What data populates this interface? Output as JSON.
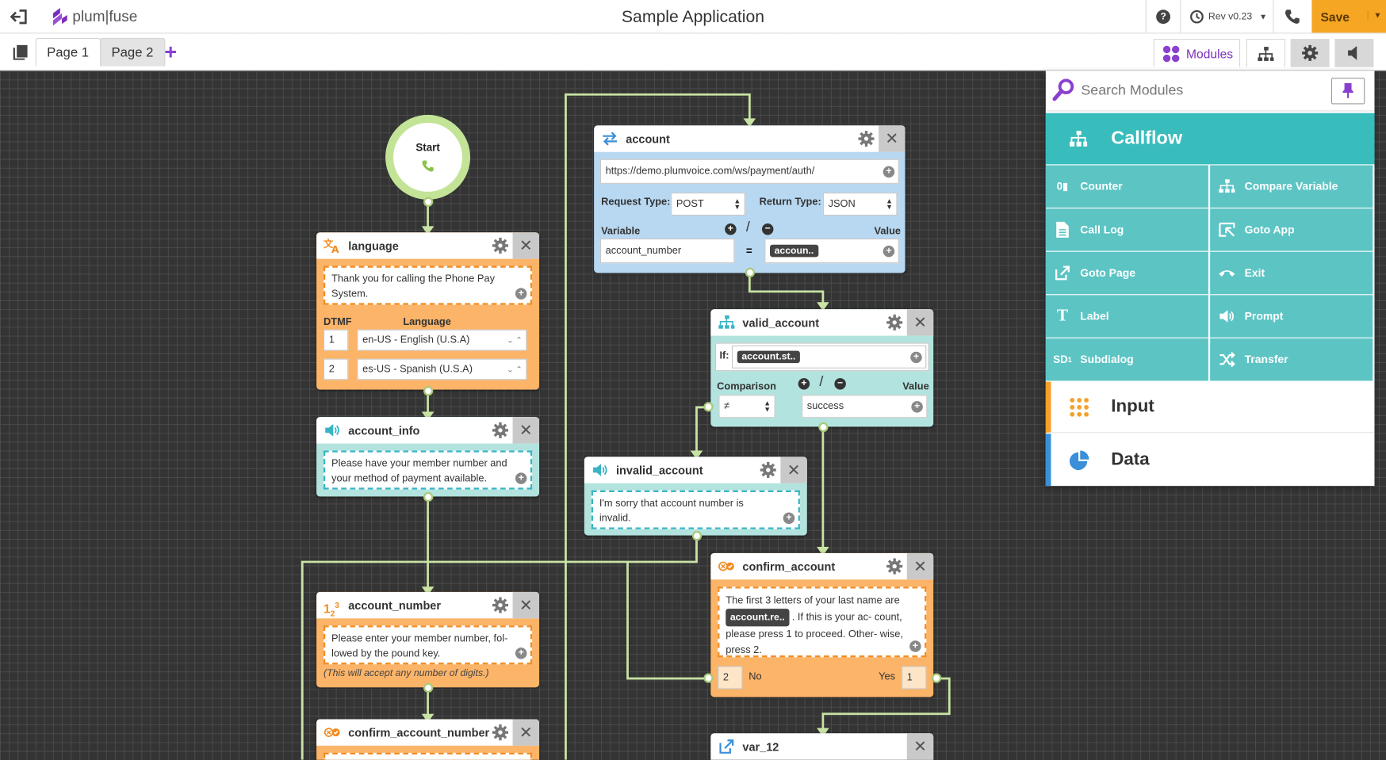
{
  "header": {
    "title": "Sample Application",
    "logo_text": "plum|fuse",
    "rev_label": "Rev v0.23",
    "save_label": "Save"
  },
  "tabs": {
    "pages": [
      "Page 1",
      "Page 2"
    ],
    "modules_label": "Modules"
  },
  "panel": {
    "search_placeholder": "Search Modules",
    "callflow_title": "Callflow",
    "modules": [
      [
        "Counter",
        "Compare Variable"
      ],
      [
        "Call Log",
        "Goto App"
      ],
      [
        "Goto Page",
        "Exit"
      ],
      [
        "Label",
        "Prompt"
      ],
      [
        "Subdialog",
        "Transfer"
      ]
    ],
    "sections": [
      "Input",
      "Data"
    ]
  },
  "nodes": {
    "start": {
      "label": "Start"
    },
    "language": {
      "title": "language",
      "text": "Thank you for calling the Phone Pay System.",
      "dtmf_label": "DTMF",
      "language_label": "Language",
      "rows": [
        {
          "dtmf": "1",
          "lang": "en-US - English (U.S.A)"
        },
        {
          "dtmf": "2",
          "lang": "es-US - Spanish (U.S.A)"
        }
      ]
    },
    "account_info": {
      "title": "account_info",
      "text": "Please have your member number and your method of payment available."
    },
    "account_number": {
      "title": "account_number",
      "text": "Please enter your member number, fol- lowed by the pound key.",
      "note": "(This will accept any number of digits.)"
    },
    "confirm_account_number": {
      "title": "confirm_account_number"
    },
    "account": {
      "title": "account",
      "url": "https://demo.plumvoice.com/ws/payment/auth/",
      "request_label": "Request Type:",
      "request_value": "POST",
      "return_label": "Return Type:",
      "return_value": "JSON",
      "variable_label": "Variable",
      "value_label": "Value",
      "variable_value": "account_number",
      "eq": "=",
      "value_pill": "accoun..",
      "slash": "/"
    },
    "valid_account": {
      "title": "valid_account",
      "if_label": "If:",
      "if_pill": "account.st..",
      "comparison_label": "Comparison",
      "value_label": "Value",
      "comparison_value": "≠",
      "value": "success",
      "slash": "/"
    },
    "invalid_account": {
      "title": "invalid_account",
      "text": "I'm sorry that account number is invalid."
    },
    "confirm_account": {
      "title": "confirm_account",
      "text1": "The first 3 letters of your last name are",
      "pill": "account.re..",
      "text2": ". If this is your ac- count, please press 1 to proceed. Other- wise, press 2.",
      "no_key": "2",
      "no_label": "No",
      "yes_label": "Yes",
      "yes_key": "1"
    },
    "var_12": {
      "title": "var_12"
    }
  },
  "colors": {
    "accent_purple": "#7b2fbe",
    "save": "#f5a623",
    "teal": "#5dc4c4",
    "orange": "#fbb468",
    "connector": "#a9c97a"
  }
}
